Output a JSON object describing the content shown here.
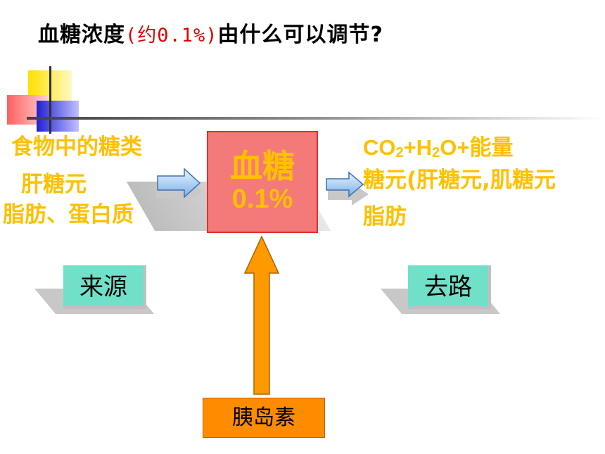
{
  "title": {
    "part1": "血糖浓度",
    "highlight": "(约0.1%)",
    "part2": "由什么可以调节?"
  },
  "sources": {
    "line1": "食物中的糖类",
    "line2": "肝糖元",
    "line3": "脂肪、蛋白质",
    "tag": "来源"
  },
  "destinations": {
    "line1_co": "CO",
    "line1_sub1": "2",
    "line1_mid": "+H",
    "line1_sub2": "2",
    "line1_end": "O+能量",
    "line2": "糖元(肝糖元,肌糖元",
    "line3": "脂肪",
    "tag": "去路"
  },
  "center": {
    "label": "血糖",
    "concentration": "0.1%"
  },
  "regulator": {
    "label": "胰岛素"
  },
  "colors": {
    "title_highlight": "#e00000",
    "text_yellow": "#ffc000",
    "glucose_box": "#f47a7a",
    "tag_teal": "#70e0c8",
    "insulin_orange": "#ff8c00"
  }
}
